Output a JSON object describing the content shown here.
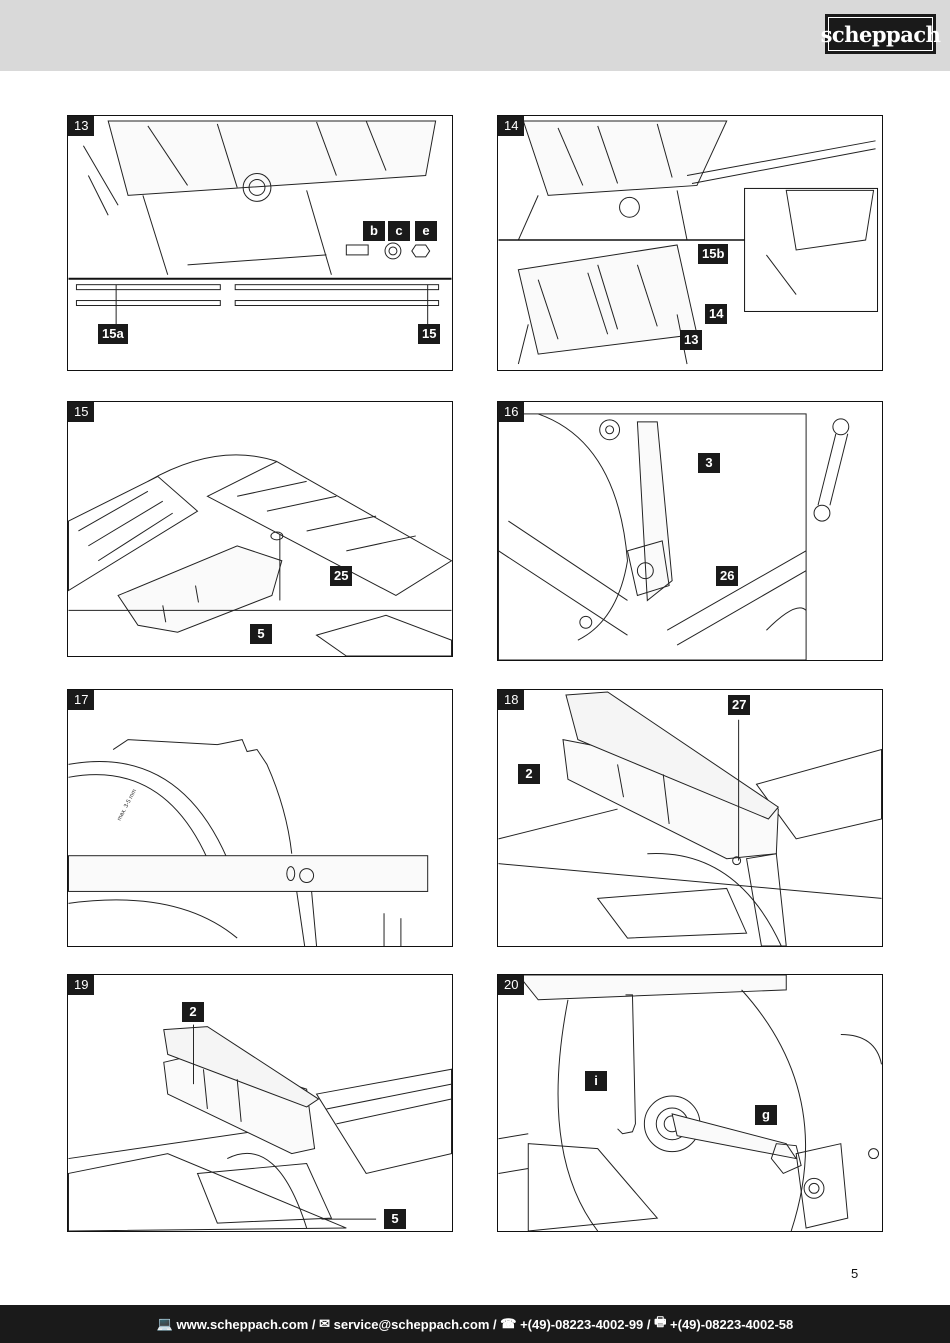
{
  "header": {
    "brand": "scheppach"
  },
  "figures": {
    "f13": {
      "number": "13",
      "labels": {
        "b": "b",
        "c": "c",
        "e": "e",
        "l15a": "15a",
        "l15": "15"
      }
    },
    "f14": {
      "number": "14",
      "labels": {
        "l15b": "15b",
        "l14": "14",
        "l13": "13"
      }
    },
    "f15": {
      "number": "15",
      "labels": {
        "l25": "25",
        "l5": "5"
      }
    },
    "f16": {
      "number": "16",
      "labels": {
        "l3": "3",
        "l26": "26"
      }
    },
    "f17": {
      "number": "17",
      "labels": {},
      "annotation": "max. 3-5 mm"
    },
    "f18": {
      "number": "18",
      "labels": {
        "l27": "27",
        "l2": "2"
      }
    },
    "f19": {
      "number": "19",
      "labels": {
        "l2": "2",
        "l5": "5"
      }
    },
    "f20": {
      "number": "20",
      "labels": {
        "i": "i",
        "g": "g"
      }
    }
  },
  "page_number": "5",
  "footer": {
    "website": "www.scheppach.com",
    "email": "service@scheppach.com",
    "phone": "+(49)-08223-4002-99",
    "fax": "+(49)-08223-4002-58",
    "separator": " / "
  }
}
